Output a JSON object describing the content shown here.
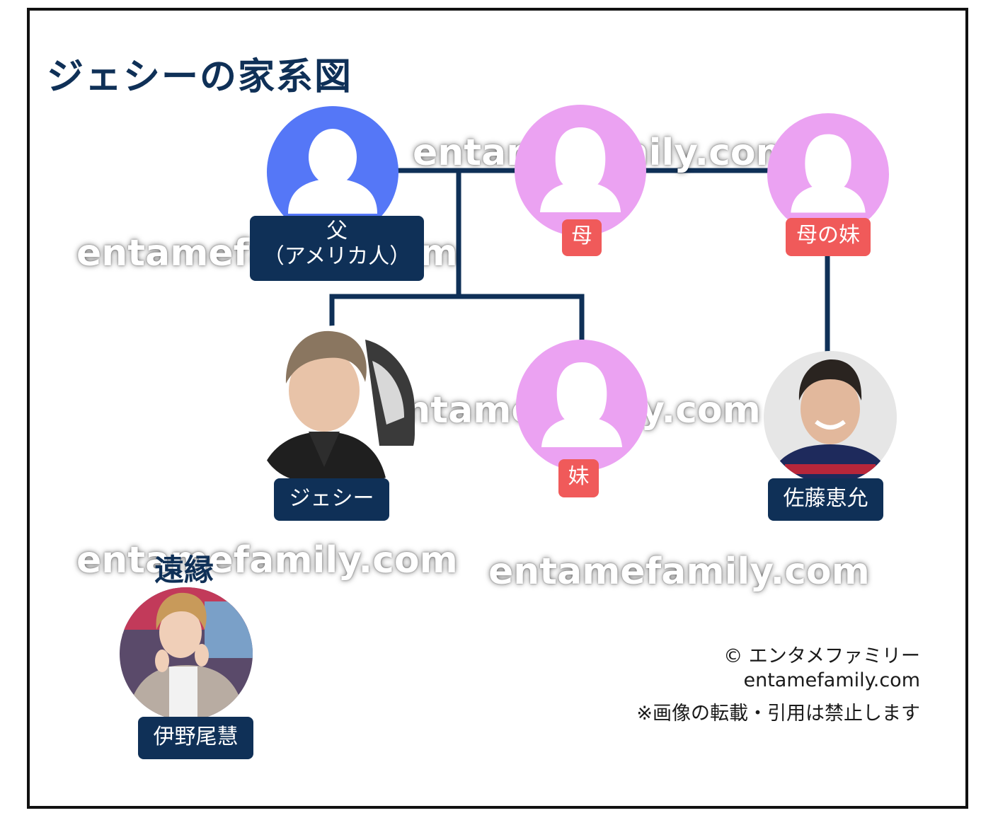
{
  "title": "ジェシーの家系図",
  "colors": {
    "navy": "#0f3057",
    "male_avatar": "#5577f7",
    "female_avatar": "#eba2f2",
    "red_label": "#f05a5a"
  },
  "people": {
    "father": {
      "label_line1": "父",
      "label_line2": "（アメリカ人）",
      "icon": "male-silhouette-icon"
    },
    "mother": {
      "label": "母",
      "icon": "female-silhouette-icon"
    },
    "mothers_sister": {
      "label": "母の妹",
      "icon": "female-silhouette-icon"
    },
    "jesse": {
      "label": "ジェシー",
      "icon": "photo"
    },
    "sister": {
      "label": "妹",
      "icon": "female-silhouette-icon"
    },
    "sato": {
      "label": "佐藤恵允",
      "icon": "photo"
    },
    "ino": {
      "label": "伊野尾慧",
      "icon": "photo"
    }
  },
  "distant_relative": "遠縁",
  "watermark": "entamefamily.com",
  "credit": {
    "line1": "© エンタメファミリー",
    "line2": "entamefamily.com",
    "line3": "※画像の転載・引用は禁止します"
  }
}
